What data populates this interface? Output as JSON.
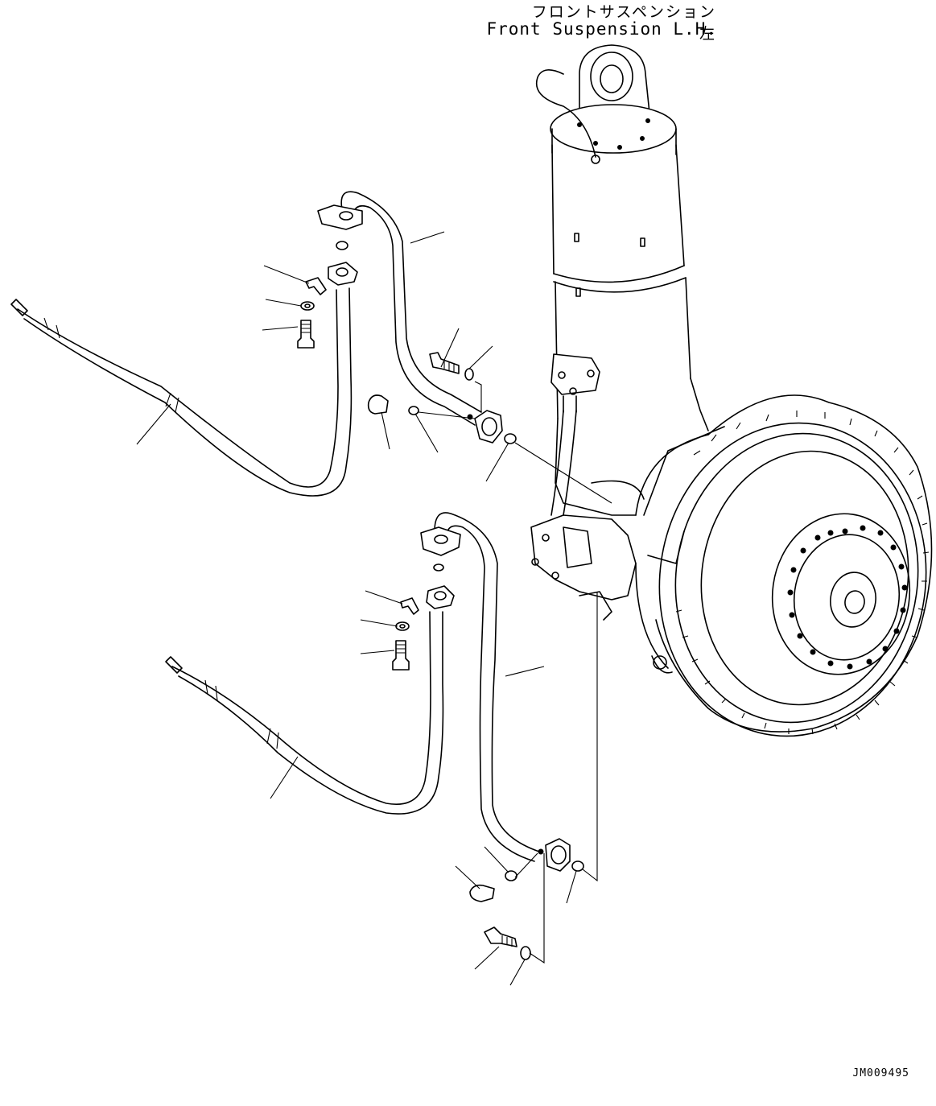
{
  "drawing": {
    "title_jp": "フロントサスペンション 左",
    "title_en": "Front Suspension L.H.",
    "drawing_code": "JM009495"
  }
}
